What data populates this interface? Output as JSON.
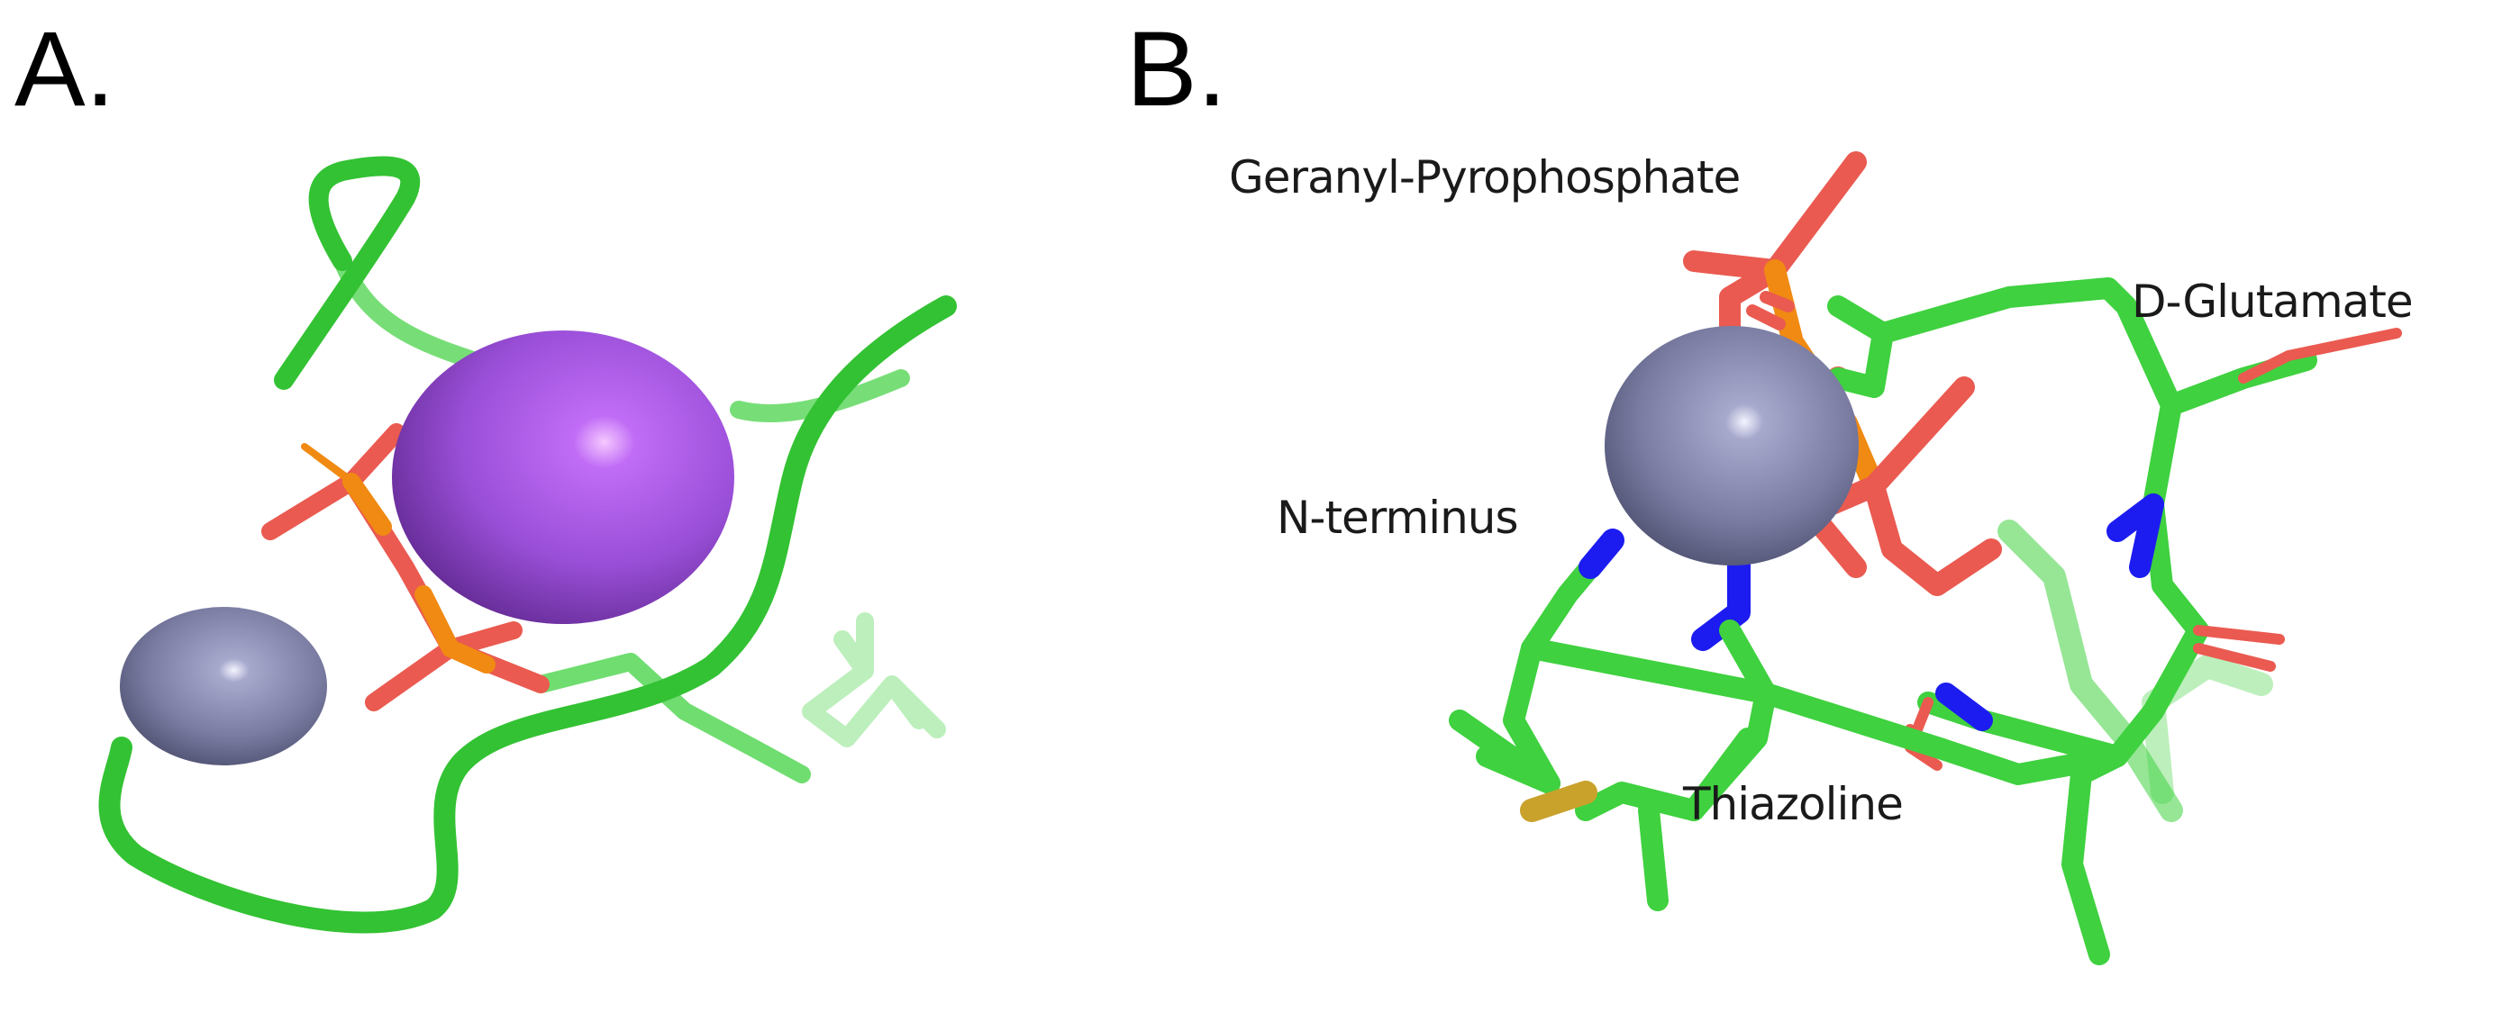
{
  "figure": {
    "panels": [
      {
        "label": "A.",
        "description": "Cartoon backbone with bound pyrophosphate ligand, large ion sphere and small metal ion sphere",
        "ions": [
          {
            "name": "large-ion",
            "color": "#9a4fd8"
          },
          {
            "name": "metal-ion",
            "color": "#7a7ca2"
          }
        ]
      },
      {
        "label": "B.",
        "annotations": {
          "gpp": "Geranyl-Pyrophosphate",
          "glu": "D-Glutamate",
          "nterm": "N-terminus",
          "thiaz": "Thiazoline"
        },
        "ions": [
          {
            "name": "metal-ion",
            "color": "#7a7ca2"
          }
        ]
      }
    ],
    "atom_colors": {
      "carbon": "#3fd13f",
      "oxygen": "#ea5a50",
      "phosphorus": "#f08a12",
      "nitrogen": "#1c1cf0",
      "sulfur": "#c9a22c"
    }
  }
}
